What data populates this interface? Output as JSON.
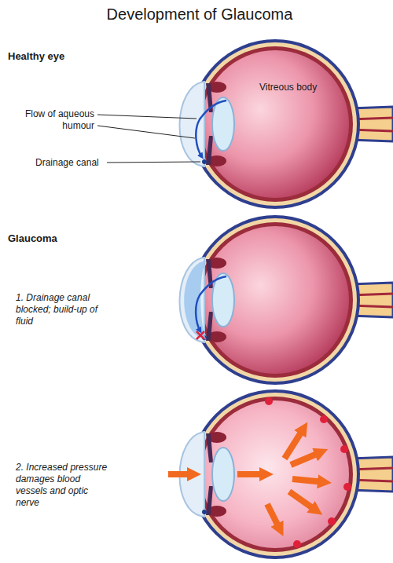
{
  "diagram": {
    "title": "Development of Glaucoma",
    "labels": [
      "Healthy eye",
      "Flow of aqueous humour",
      "Vitreous body",
      "Drainage canal",
      "Glaucoma",
      "1. Drainage canal blocked; build-up of fluid",
      "2. Increased pressure damages blood vessels and optic nerve"
    ]
  }
}
